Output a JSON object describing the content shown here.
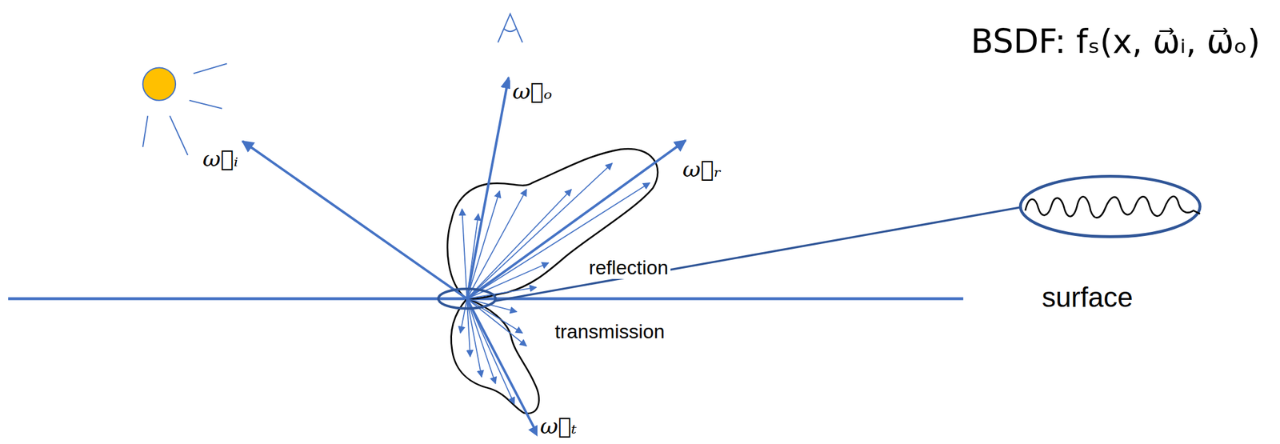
{
  "diagram": {
    "title": "BSDF: fₛ(x, ω⃗ᵢ, ω⃗ₒ)",
    "labels": [
      "ω⃗ᵢ",
      "ω⃗ₒ",
      "ω⃗ᵣ",
      "reflection",
      "transmission",
      "ω⃗ₜ",
      "surface"
    ]
  }
}
